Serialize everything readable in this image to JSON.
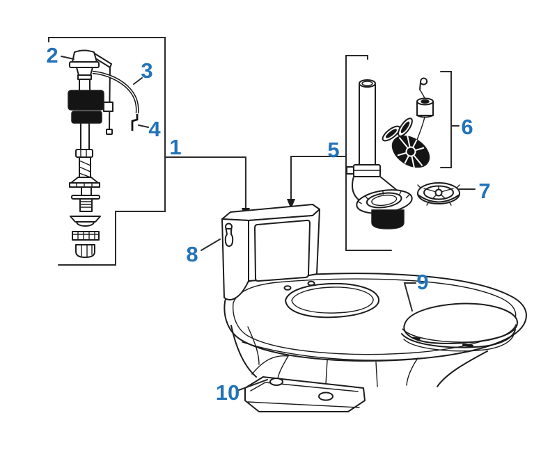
{
  "colors": {
    "accent": "#2273b9",
    "line": "#1c1c1c",
    "background": "#ffffff"
  },
  "callouts": [
    {
      "number": "1",
      "part": "fill-valve-assembly"
    },
    {
      "number": "2",
      "part": "fill-valve-cap"
    },
    {
      "number": "3",
      "part": "refill-tube"
    },
    {
      "number": "4",
      "part": "refill-tube-clip"
    },
    {
      "number": "5",
      "part": "flush-valve-assembly"
    },
    {
      "number": "6",
      "part": "flapper-with-chain-and-float"
    },
    {
      "number": "7",
      "part": "lock-ring"
    },
    {
      "number": "8",
      "part": "tank-trip-lever"
    },
    {
      "number": "9",
      "part": "toilet-seat-lid"
    },
    {
      "number": "10",
      "part": "bowl-base"
    }
  ]
}
